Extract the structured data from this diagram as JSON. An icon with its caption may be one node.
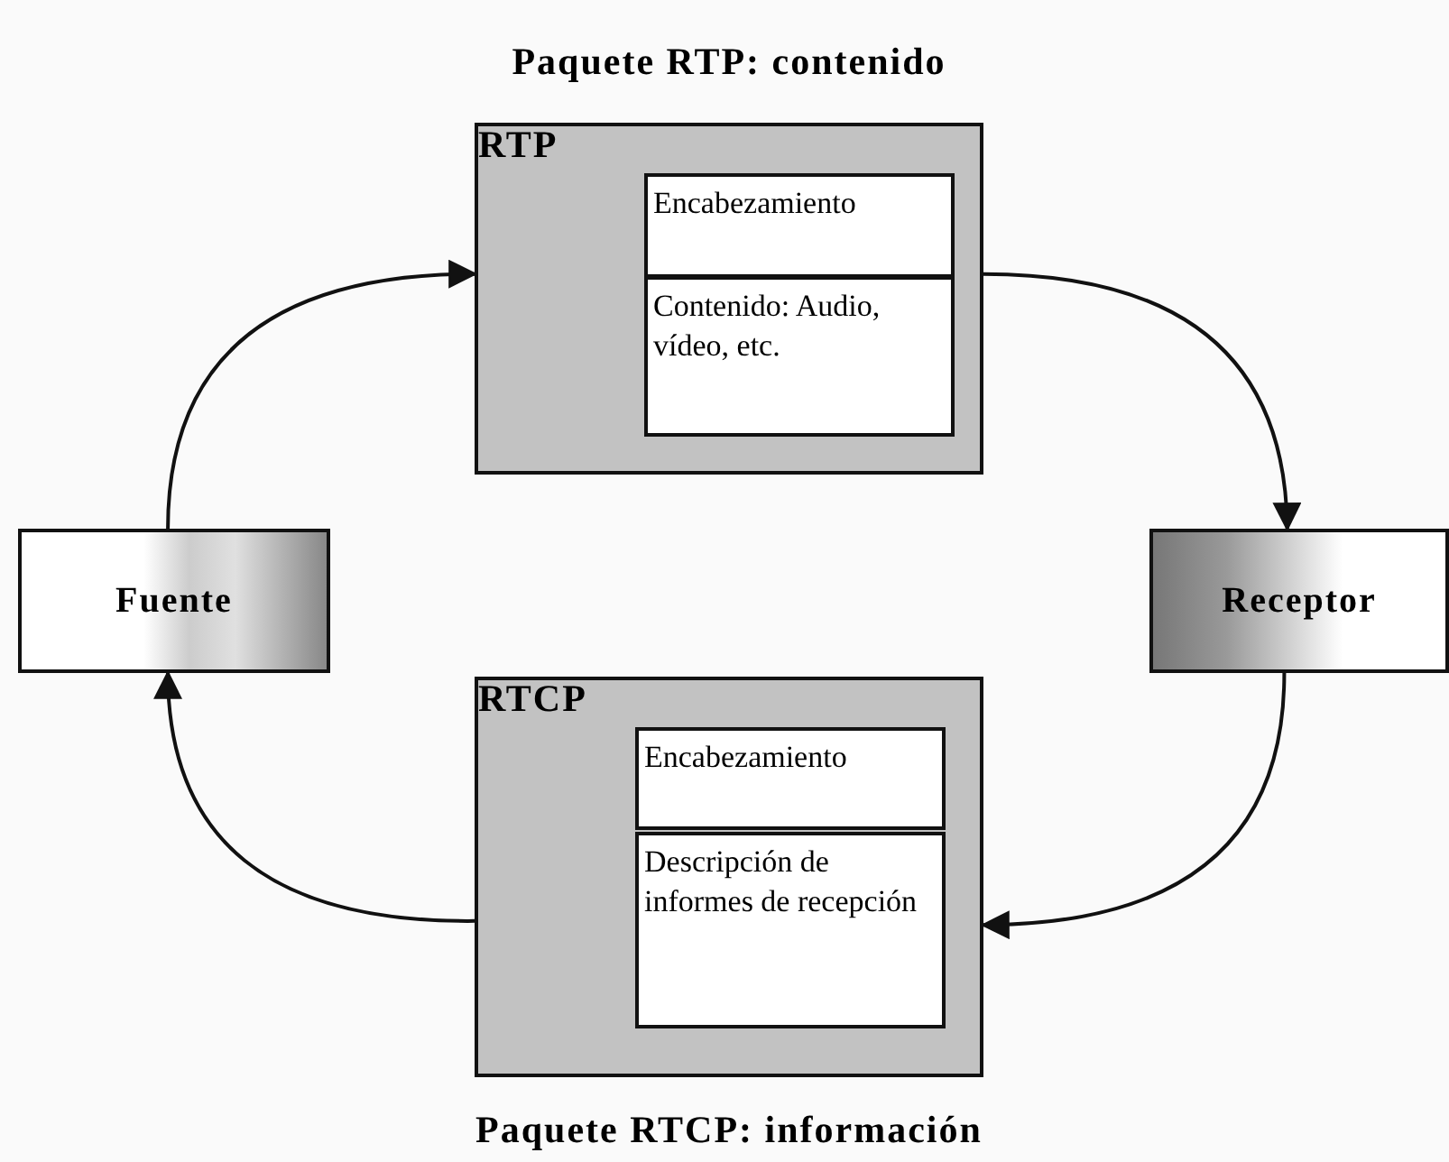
{
  "diagram": {
    "nodes": [
      {
        "text": [
          "Fuente"
        ]
      },
      {
        "text": [
          "Paquete RTP: contenido",
          "RTP"
        ]
      },
      {
        "text": [
          "Encabezamiento"
        ],
        "in": 1
      },
      {
        "text": [
          "Contenido: Audio, vídeo, etc."
        ],
        "in": 1
      },
      {
        "text": [
          "Receptor"
        ]
      },
      {
        "text": [
          "RTCP"
        ],
        "beside": [
          "Paquete RTCP: información"
        ]
      },
      {
        "text": [
          "Encabezamiento"
        ],
        "in": 5
      },
      {
        "text": [
          "Descripción de informes de recepción"
        ],
        "in": 5
      }
    ],
    "edges": [
      {
        "from": 0,
        "to": 1,
        "arrow": "to"
      },
      {
        "from": 1,
        "to": 4,
        "arrow": "to"
      },
      {
        "from": 4,
        "to": 5,
        "arrow": "to"
      },
      {
        "from": 5,
        "to": 0,
        "arrow": "to"
      }
    ]
  }
}
